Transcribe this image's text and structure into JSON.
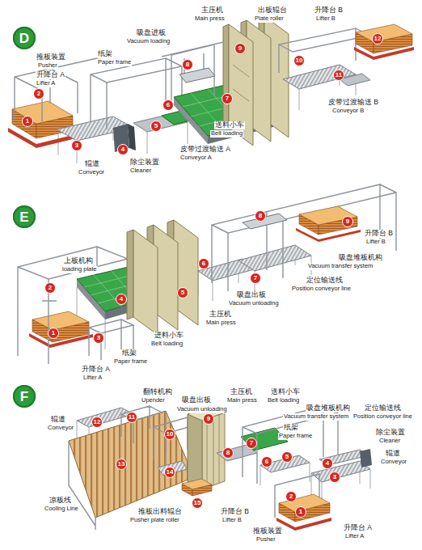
{
  "diagram": {
    "nodes": [
      {
        "text": [
          "D"
        ]
      },
      {
        "text": [
          "E"
        ]
      },
      {
        "text": [
          "F"
        ]
      }
    ],
    "labels": [
      "主压机",
      "Main press",
      "出板辊台",
      "Plate roller",
      "升降台 B",
      "Lifter B",
      "吸盘进板",
      "Vacuum loading",
      "纸架",
      "Paper frame",
      "推板装置",
      "Pusher",
      "升降台 A",
      "Lifter A",
      "皮带过渡输送 B",
      "Conveyor B",
      "送料小车",
      "Belt loading",
      "皮带过渡输送 A",
      "Conveyor A",
      "除尘装置",
      "Cleaner",
      "辊道",
      "Conveyor",
      "1",
      "2",
      "3",
      "4",
      "5",
      "6",
      "7",
      "8",
      "9",
      "10",
      "11",
      "12",
      "上板机构",
      "loading plate",
      "吸盘出板",
      "Vacuum unloading",
      "主压机",
      "Main press",
      "定位输送线",
      "Position conveyor line",
      "吸盘堆板机构",
      "Vacuum transfer system",
      "升降台 B",
      "Lifter B",
      "进料小车",
      "Belt loading",
      "纸架",
      "Paper frame",
      "升降台 A",
      "Lifter A",
      "1",
      "2",
      "3",
      "4",
      "5",
      "6",
      "7",
      "8",
      "9",
      "辊道",
      "Conveyor",
      "翻转机构",
      "Upender",
      "吸盘出板",
      "Vacuum unloading",
      "主压机",
      "Main press",
      "送料小车",
      "Belt loading",
      "吸盘堆板机构",
      "Vacuum transfer system",
      "定位输送线",
      "Position conveyor line",
      "纸架",
      "Paper frame",
      "除尘装置",
      "Cleaner",
      "辊道",
      "Conveyor",
      "凉板线",
      "Cooling Line",
      "推板出料辊台",
      "Pusher plate roller",
      "升降台 B",
      "Lifter B",
      "推板装置",
      "Pusher",
      "升降台 A",
      "Lifter A",
      "1",
      "2",
      "3",
      "4",
      "5",
      "6",
      "7",
      "8",
      "9",
      "10",
      "11",
      "12",
      "13",
      "14",
      "15"
    ]
  }
}
